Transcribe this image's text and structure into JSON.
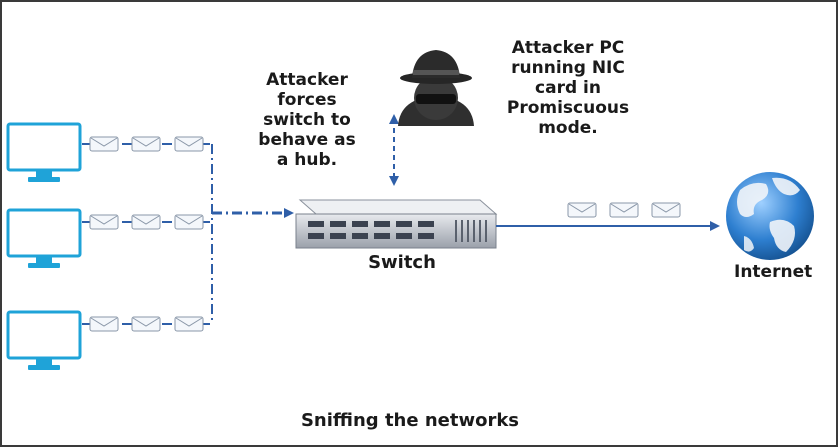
{
  "labels": {
    "attacker_forces": [
      "Attacker",
      "forces",
      "switch to",
      "behave as",
      "a hub."
    ],
    "attacker_pc": [
      "Attacker PC",
      "running NIC",
      "card in",
      "Promiscuous",
      "mode."
    ],
    "switch": "Switch",
    "internet": "Internet",
    "caption": "Sniffing the networks"
  },
  "icons": {
    "computers": [
      "monitor-icon",
      "monitor-icon",
      "monitor-icon"
    ],
    "attacker": "hacker-icon",
    "switch": "network-switch-icon",
    "internet": "globe-icon",
    "packet": "envelope-icon"
  },
  "colors": {
    "monitor": "#1fa3d8",
    "link_line": "#2f5fa8",
    "switch_body": "#c8ccd3",
    "globe_ocean": "#2e7fd0",
    "attacker": "#333333"
  }
}
